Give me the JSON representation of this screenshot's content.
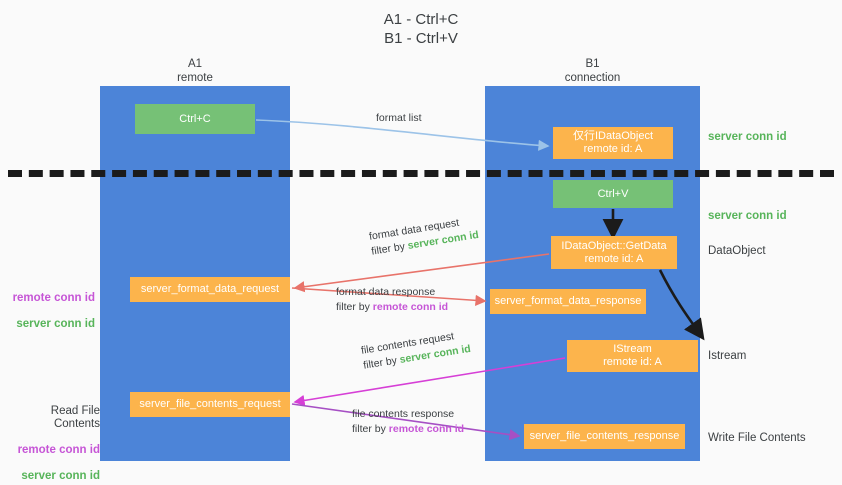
{
  "title": "A1 - Ctrl+C\nB1 - Ctrl+V",
  "lanes": [
    {
      "name": "lane-a",
      "title": "A1\nremote"
    },
    {
      "name": "lane-b",
      "title": "B1\nconnection"
    }
  ],
  "nodes": {
    "ctrl_c": "Ctrl+C",
    "idataobject": "仅行IDataObject\nremote id: A",
    "ctrl_v": "Ctrl+V",
    "getdata": "IDataObject::GetData\nremote id: A",
    "format_data_request": "server_format_data_request",
    "format_data_response": "server_format_data_response",
    "istream": "IStream\nremote id: A",
    "file_contents_request": "server_file_contents_request",
    "file_contents_response": "server_file_contents_response"
  },
  "edges": {
    "format_list": "format list",
    "format_data_request": "format data request",
    "format_data_request_filter_prefix": "filter by ",
    "format_data_request_filter_value": "server conn id",
    "format_data_response": "format data response",
    "format_data_response_filter_prefix": "filter by ",
    "format_data_response_filter_value": "remote conn id",
    "file_contents_request": "file contents request",
    "file_contents_request_filter_prefix": "filter by ",
    "file_contents_request_filter_value": "server conn id",
    "file_contents_response": "file contents response",
    "file_contents_response_filter_prefix": "filter by ",
    "file_contents_response_filter_value": "remote conn id"
  },
  "right_notes": {
    "server_conn_id_top": "server conn id",
    "server_conn_id_mid": "server conn id",
    "dataobject": "DataObject",
    "istream": "Istream",
    "write_file_contents": "Write File Contents"
  },
  "left_notes": {
    "remote_conn_id_1": "remote conn id",
    "server_conn_id_1": "server conn id",
    "read_file_contents": "Read File Contents",
    "remote_conn_id_2": "remote conn id",
    "server_conn_id_2": "server conn id"
  },
  "colors": {
    "lane": "#4c84d8",
    "green_node": "#76c176",
    "orange_node": "#fcb44c",
    "remote_conn_id": "#c655d6",
    "server_conn_id": "#57b45a",
    "arrow_blue": "#9cc3e8",
    "arrow_red": "#e8736a",
    "arrow_magenta": "#d63fd6",
    "arrow_purple": "#a64fc4",
    "arrow_black": "#1b1b1b",
    "divider": "#1b1b1b"
  }
}
